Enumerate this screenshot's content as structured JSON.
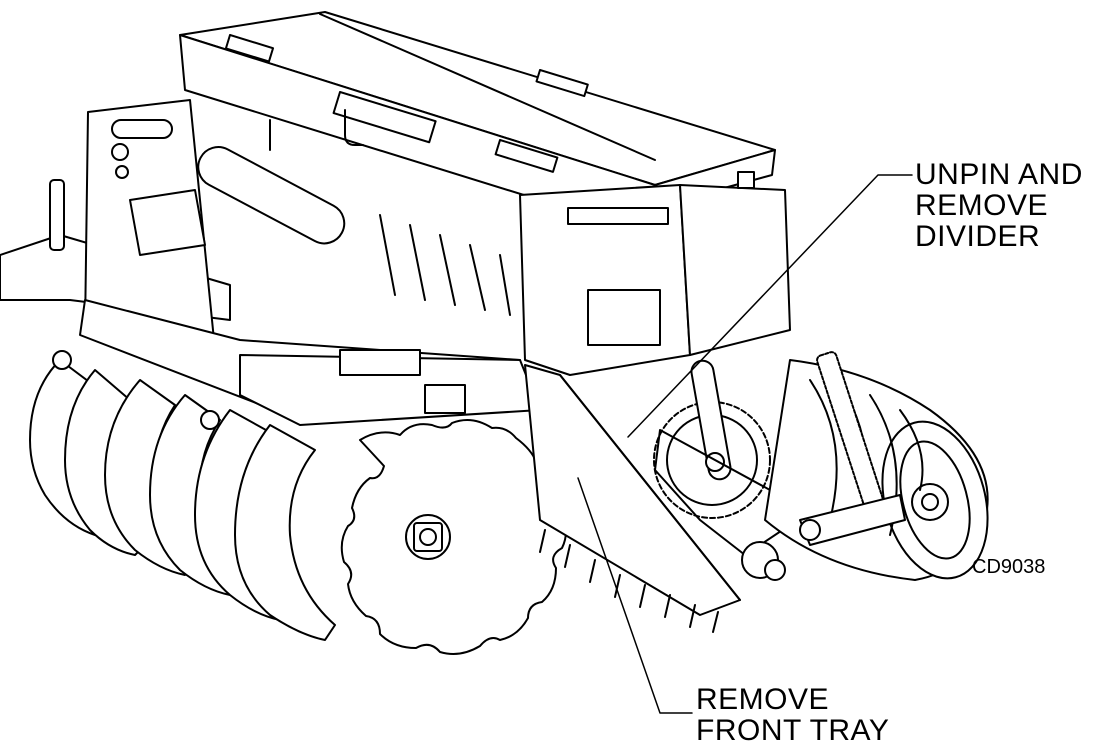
{
  "callouts": {
    "divider": {
      "lines": [
        "UNPIN AND",
        "REMOVE",
        "DIVIDER"
      ]
    },
    "tray": {
      "lines": [
        "REMOVE",
        "FRONT TRAY"
      ]
    }
  },
  "figure_id": "CD9038",
  "colors": {
    "ink": "#000000",
    "paper": "#ffffff"
  }
}
